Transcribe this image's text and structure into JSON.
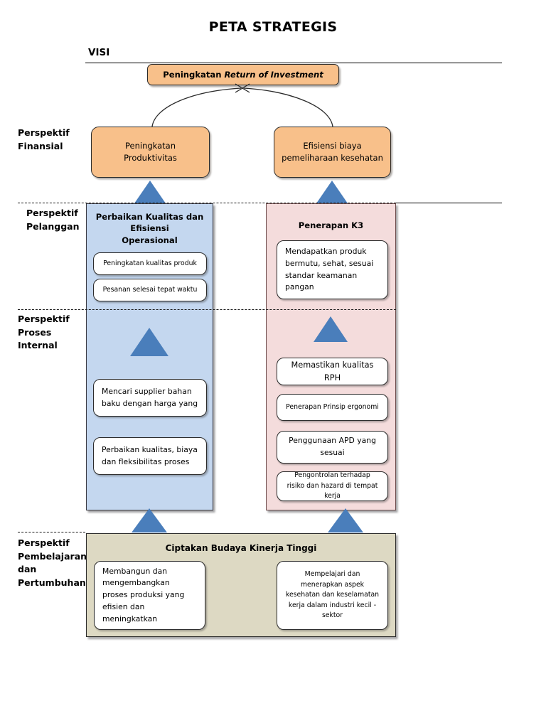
{
  "title": "PETA STRATEGIS",
  "vision": {
    "label": "VISI",
    "box": {
      "prefix": "Peningkatan ",
      "italic": "Return of Investment",
      "full": "Peningkatan Return of Investment"
    }
  },
  "perspectives": [
    {
      "key": "financial",
      "label": "Perspektif\nFinansial"
    },
    {
      "key": "customer",
      "label": "Perspektif\nPelanggan"
    },
    {
      "key": "internal",
      "label": "Perspektif\nProses\nInternal"
    },
    {
      "key": "learning",
      "label": "Perspektif\nPembelajaran\ndan\nPertumbuhan"
    }
  ],
  "financial": {
    "objectives": [
      {
        "text": "Peningkatan\nProduktivitas"
      },
      {
        "text": "Efisiensi biaya\npemeliharaan kesehatan"
      }
    ]
  },
  "customer": {
    "left_heading": "Perbaikan Kualitas dan\nEfisiensi\nOperasional",
    "right_heading": "Penerapan K3",
    "left_items": [
      "Peningkatan kualitas produk",
      "Pesanan selesai tepat waktu"
    ],
    "right_items": [
      "Mendapatkan produk bermutu, sehat, sesuai standar keamanan pangan"
    ]
  },
  "internal": {
    "left_items": [
      "Mencari supplier bahan baku dengan harga yang",
      "Perbaikan kualitas, biaya dan fleksibilitas proses"
    ],
    "right_items": [
      "Memastikan kualitas RPH",
      "Penerapan Prinsip ergonomi",
      "Penggunaan APD yang sesuai",
      "Pengontrolan terhadap risiko dan hazard di tempat kerja"
    ]
  },
  "learning": {
    "heading": "Ciptakan Budaya Kinerja Tinggi",
    "items": [
      "Membangun dan mengembangkan proses produksi yang efisien dan meningkatkan",
      "Mempelajari dan menerapkan aspek kesehatan dan keselamatan kerja dalam industri kecil -sektor"
    ]
  },
  "colors": {
    "objective_fill": "#F8C08A",
    "panel_blue": "#C4D7EF",
    "panel_pink": "#F4DCDC",
    "panel_beige": "#DDD9C3",
    "arrow_blue": "#4A7EBB",
    "outline": "#2B2B2B"
  }
}
